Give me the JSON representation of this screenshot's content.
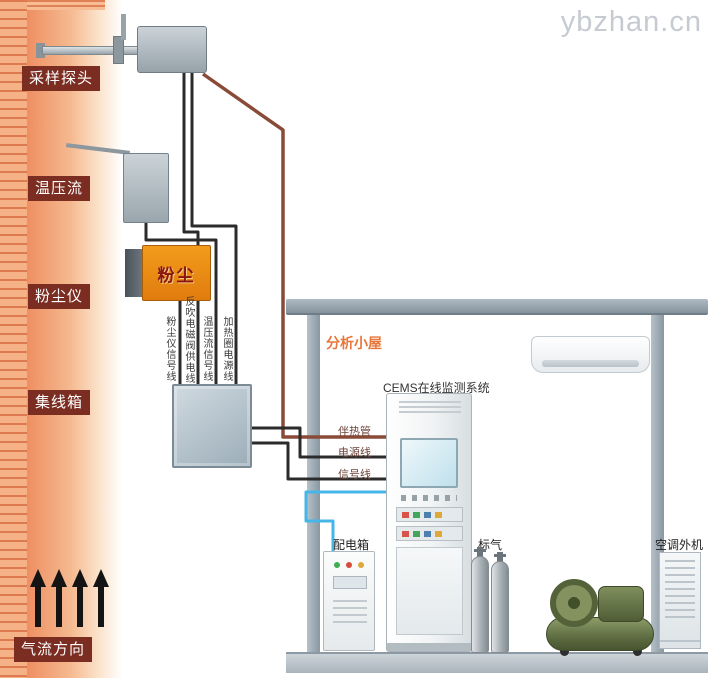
{
  "watermark": "ybzhan.cn",
  "stack": {
    "sampling_probe": "采样探头",
    "temp_pressure_flow": "温压流",
    "dust_meter": "粉尘仪",
    "junction_box": "集线箱",
    "airflow_direction": "气流方向",
    "dust_meter_device_text": "粉尘"
  },
  "wire_labels": {
    "dust_signal": "粉尘仪信号线",
    "blowback_valve_power": "反吹电磁阀供电线",
    "tpf_signal": "温压流信号线",
    "heater_coil_power": "加热圈电源线",
    "heat_trace_pipe": "伴热管",
    "power_line": "电源线",
    "signal_line": "信号线"
  },
  "shed": {
    "title": "分析小屋",
    "cems_system": "CEMS在线监测系统",
    "power_distribution_box": "配电箱",
    "standard_gas": "标气",
    "ac_outdoor_unit": "空调外机"
  },
  "colors": {
    "stack_label_bg": "#7c2d21",
    "shed_title_color": "#e8763b",
    "wire_black": "#2b2b2b",
    "wire_brown": "#8a4a38",
    "wire_blue": "#45b6e8",
    "dust_meter_body": "#f29c1b",
    "watermark_color": "#c6cbd1"
  }
}
